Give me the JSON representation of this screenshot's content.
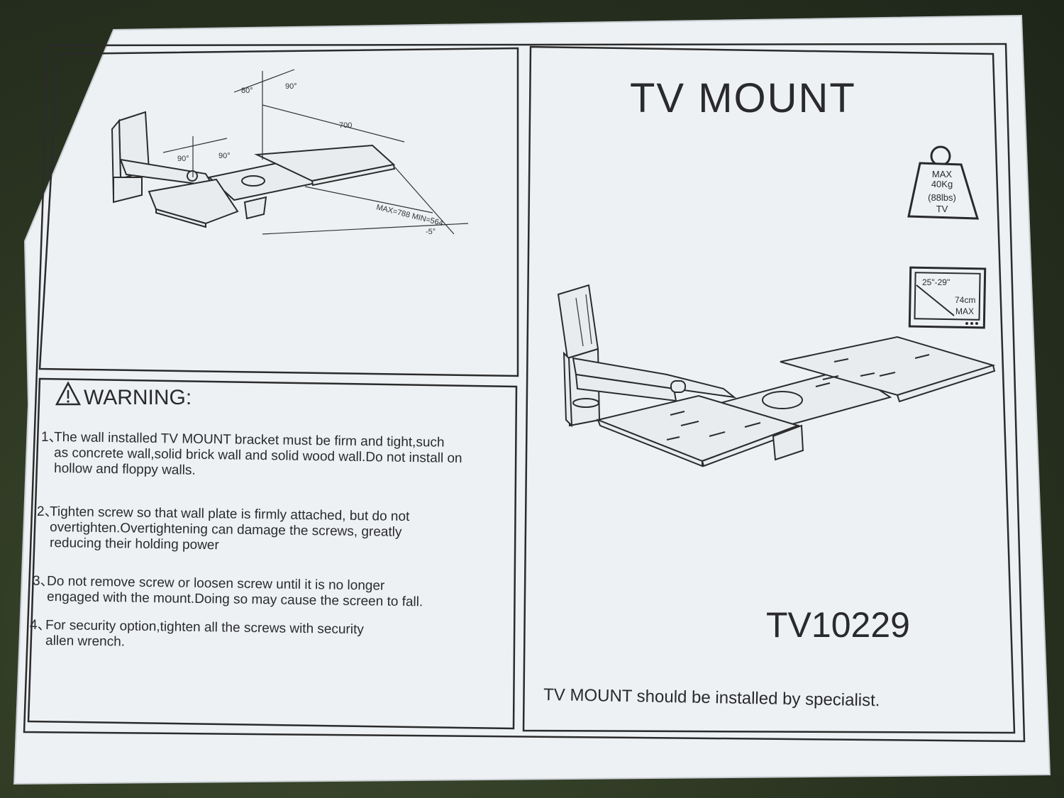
{
  "title": "TV   MOUNT",
  "model": "TV10229",
  "footer_note": "TV MOUNT should be installed by specialist.",
  "warning": {
    "heading": "WARNING:",
    "items": [
      {
        "num": "1、",
        "lines": [
          "The wall installed TV MOUNT bracket must be firm and tight,such",
          "as concrete wall,solid brick wall and solid wood wall.Do not install on",
          "hollow and floppy walls."
        ]
      },
      {
        "num": "2、",
        "lines": [
          "Tighten screw so that wall plate is firmly attached, but do not",
          "overtighten.Overtightening can damage the screws, greatly",
          "reducing their holding power"
        ]
      },
      {
        "num": "3、",
        "lines": [
          "Do not remove screw or loosen screw until it is no longer",
          "engaged with the mount.Doing so may cause the screen to fall."
        ]
      },
      {
        "num": "4、",
        "lines": [
          "For security option,tighten all the screws with security",
          "allen wrench."
        ]
      }
    ]
  },
  "weight_icon": {
    "icon": "weight-icon",
    "lines": [
      "MAX",
      "40Kg",
      "(88lbs)",
      "TV"
    ]
  },
  "screen_icon": {
    "icon": "tv-screen-icon",
    "range": "25\"-29\"",
    "size": "74cm",
    "max": "MAX"
  },
  "diagram_labels": {
    "angle_top_left": "80°",
    "angle_top_right": "90°",
    "angle_mid_left": "90°",
    "angle_mid_right": "90°",
    "length": "700",
    "extension": "MAX=788  MIN=564",
    "tilt": "-5°"
  }
}
